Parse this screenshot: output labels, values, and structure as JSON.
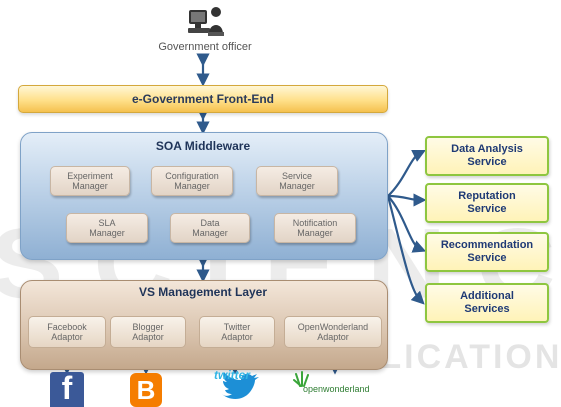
{
  "user": {
    "label": "Government officer",
    "icon": "person-at-computer-icon"
  },
  "frontend": {
    "label": "e-Government Front-End"
  },
  "soa": {
    "title": "SOA Middleware",
    "managers": [
      {
        "l1": "Experiment",
        "l2": "Manager"
      },
      {
        "l1": "Configuration",
        "l2": "Manager"
      },
      {
        "l1": "Service",
        "l2": "Manager"
      },
      {
        "l1": "SLA",
        "l2": "Manager"
      },
      {
        "l1": "Data",
        "l2": "Manager"
      },
      {
        "l1": "Notification",
        "l2": "Manager"
      }
    ]
  },
  "vsm": {
    "title": "VS Management Layer",
    "adaptors": [
      {
        "l1": "Facebook",
        "l2": "Adaptor"
      },
      {
        "l1": "Blogger",
        "l2": "Adaptor"
      },
      {
        "l1": "Twitter",
        "l2": "Adaptor"
      },
      {
        "l1": "OpenWonderland",
        "l2": "Adaptor"
      }
    ]
  },
  "services": [
    {
      "l1": "Data Analysis",
      "l2": "Service"
    },
    {
      "l1": "Reputation",
      "l2": "Service"
    },
    {
      "l1": "Recommendation",
      "l2": "Service"
    },
    {
      "l1": "Additional",
      "l2": "Services"
    }
  ],
  "logos": {
    "facebook": {
      "glyph": "f",
      "color": "#3b5998"
    },
    "blogger": {
      "glyph": "B",
      "color": "#f57d00"
    },
    "twitter": {
      "word": "twitter",
      "color": "#33b5e5"
    },
    "openwonderland": {
      "word": "openwonderland",
      "color": "#2e7d32"
    }
  },
  "watermark": {
    "big": "SCIENCE",
    "small": "OLOGY PUBLICATIONS"
  },
  "colors": {
    "arrow": "#2f5a8c",
    "service_border": "#8ec63f"
  }
}
